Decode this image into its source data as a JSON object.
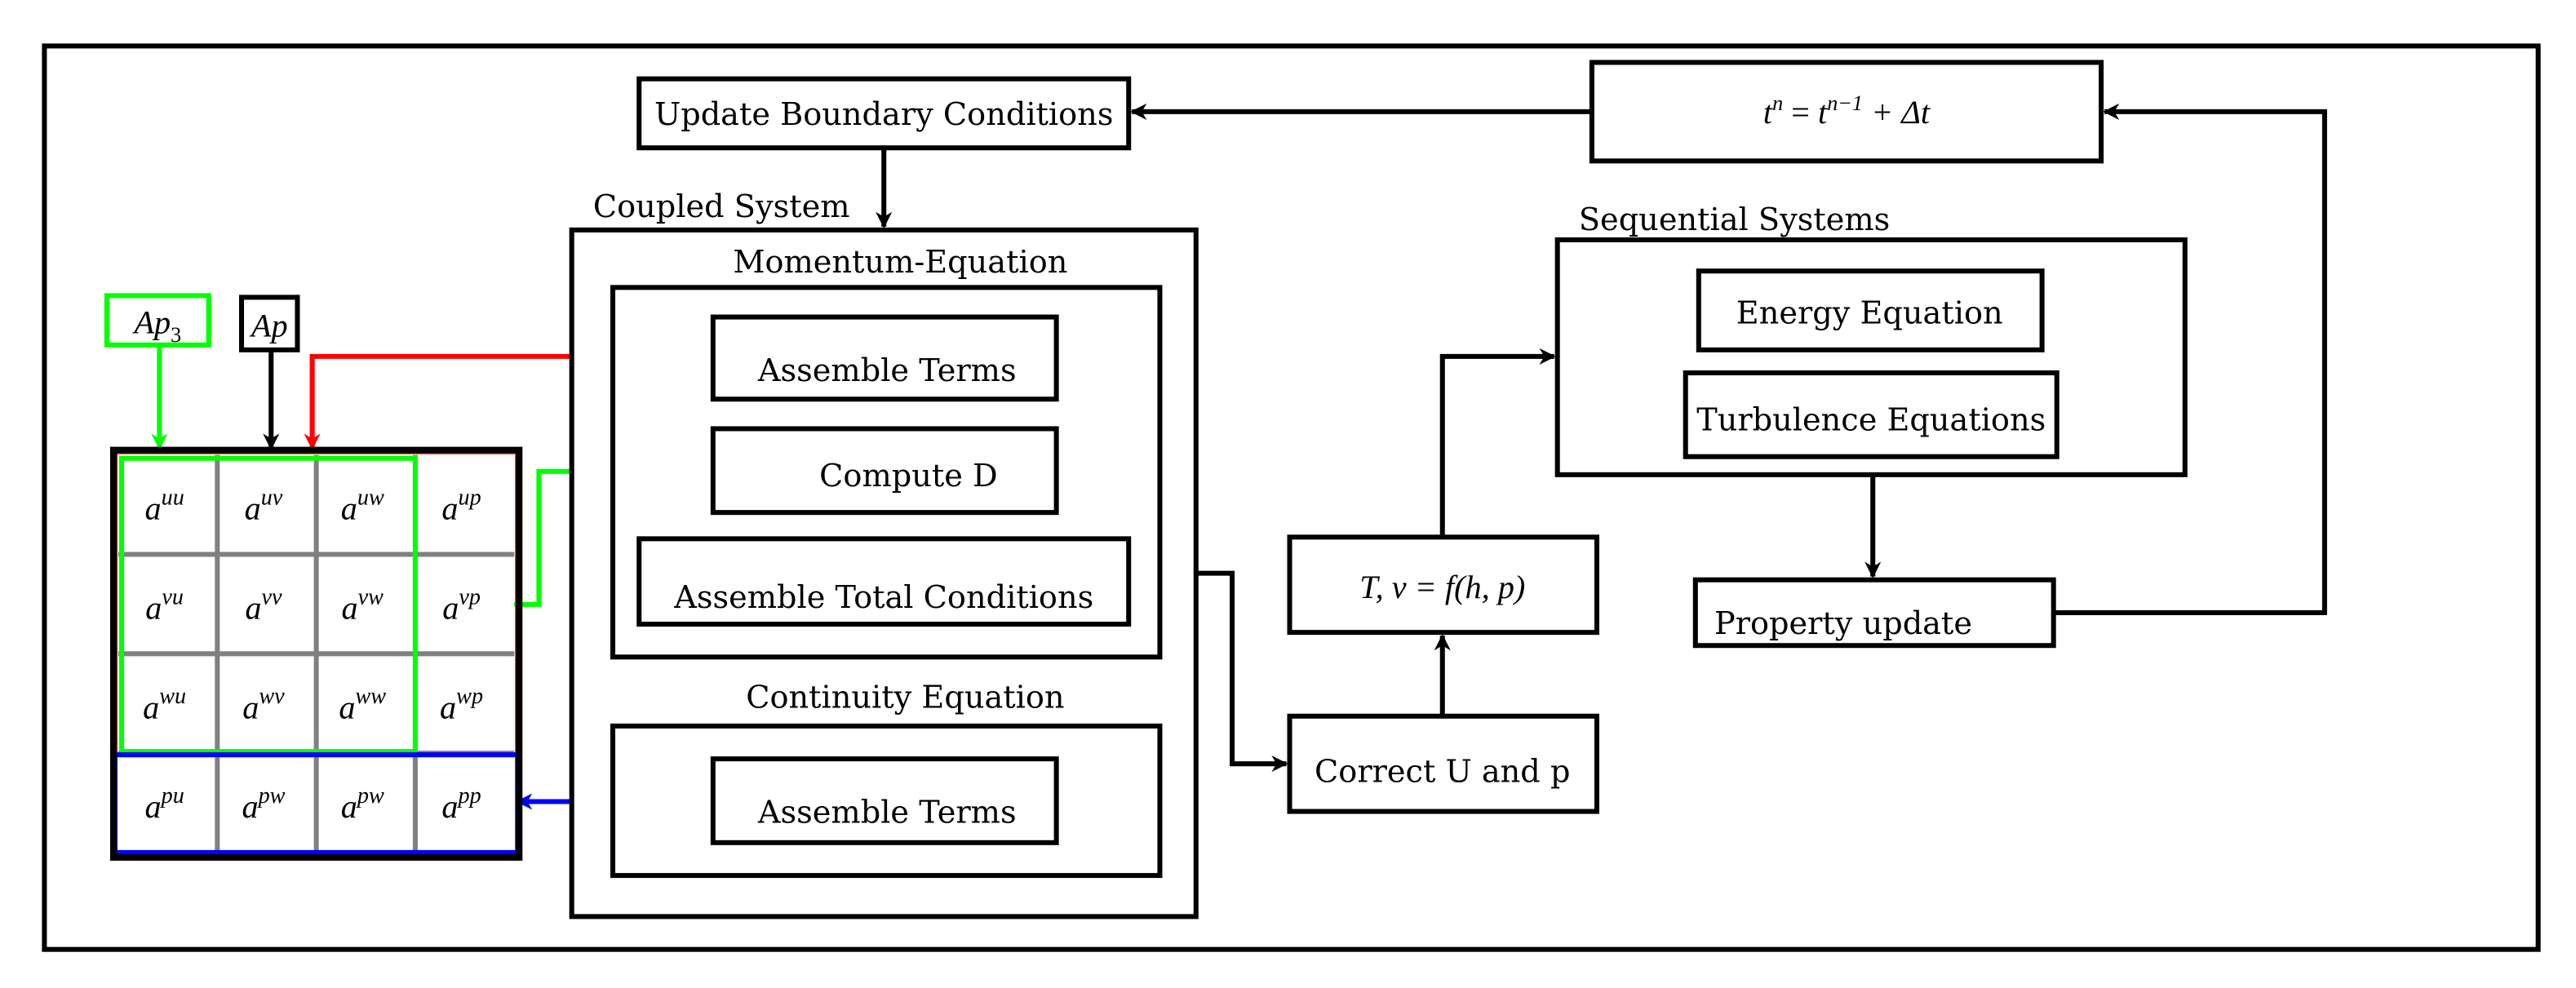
{
  "boxes": {
    "update_bc": "Update Boundary Conditions",
    "time_update": {
      "t": "t",
      "n": "n",
      "eq": " = ",
      "t2": "t",
      "nm1": "n−1",
      "plus": " + Δt"
    },
    "coupled_label": "Coupled System",
    "momentum_label": "Momentum-Equation",
    "assemble_terms": "Assemble Terms",
    "compute_d": "Compute D",
    "assemble_total": "Assemble Total Conditions",
    "continuity_label": "Continuity Equation",
    "assemble_terms_2": "Assemble Terms",
    "correct_up": "Correct U and p",
    "state_eq": "T, v = f(h, p)",
    "sequential_label": "Sequential Systems",
    "energy": "Energy Equation",
    "turbulence": "Turbulence Equations",
    "property_update": "Property update",
    "ap3": {
      "base": "Ap",
      "sub": "3"
    },
    "ap": "Ap"
  },
  "matrix": {
    "base": "a",
    "superscripts": [
      [
        "uu",
        "uv",
        "uw",
        "up"
      ],
      [
        "vu",
        "vv",
        "vw",
        "vp"
      ],
      [
        "wu",
        "wv",
        "ww",
        "wp"
      ],
      [
        "pu",
        "pw",
        "pw",
        "pp"
      ]
    ]
  },
  "colors": {
    "red": "#ff0000",
    "green": "#00ff00",
    "blue": "#0000ff",
    "grid": "#808080",
    "black": "#000000"
  }
}
